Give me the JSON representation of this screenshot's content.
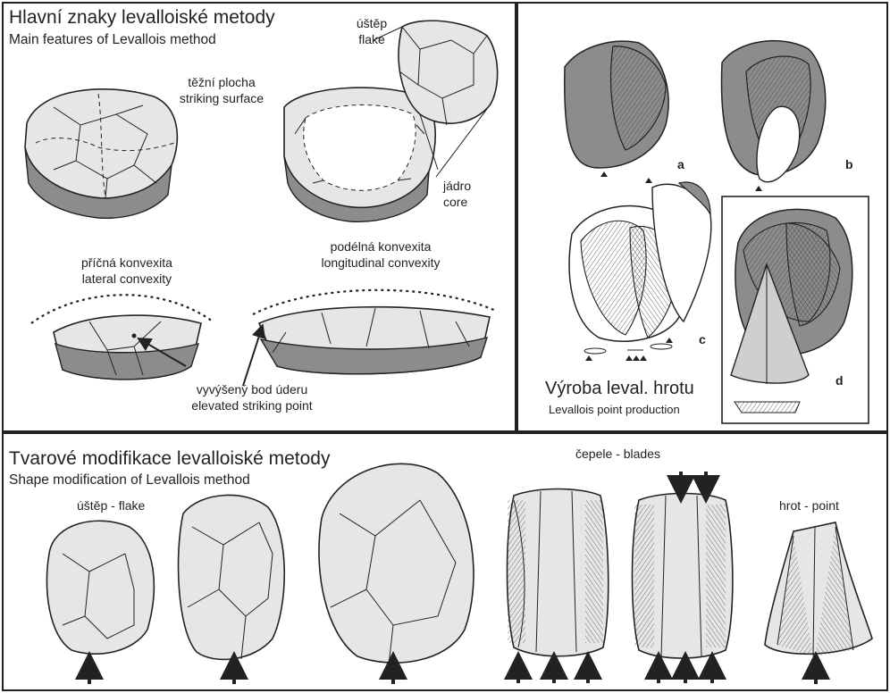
{
  "top_left": {
    "title_cz": "Hlavní znaky levalloiské metody",
    "title_en": "Main features of Levallois method",
    "flake_cz": "úštěp",
    "flake_en": "flake",
    "surface_cz": "těžní plocha",
    "surface_en": "striking surface",
    "core_cz": "jádro",
    "core_en": "core",
    "lateral_cz": "příčná konvexita",
    "lateral_en": "lateral convexity",
    "longitudinal_cz": "podélná konvexita",
    "longitudinal_en": "longitudinal convexity",
    "point_cz": "vyvýšený bod úderu",
    "point_en": "elevated striking point"
  },
  "top_right": {
    "labels": [
      "a",
      "b",
      "c",
      "d"
    ],
    "title_cz": "Výroba leval. hrotu",
    "title_en": "Levallois point production"
  },
  "bottom": {
    "title_cz": "Tvarové modifikace levalloiské metody",
    "title_en": "Shape modification of Levallois method",
    "flake": "úštěp - flake",
    "blades": "čepele - blades",
    "point": "hrot - point"
  },
  "colors": {
    "stroke": "#222222",
    "light_fill": "#e6e6e6",
    "dark_fill": "#8c8c8c",
    "point_fill": "#cfcfcf"
  }
}
